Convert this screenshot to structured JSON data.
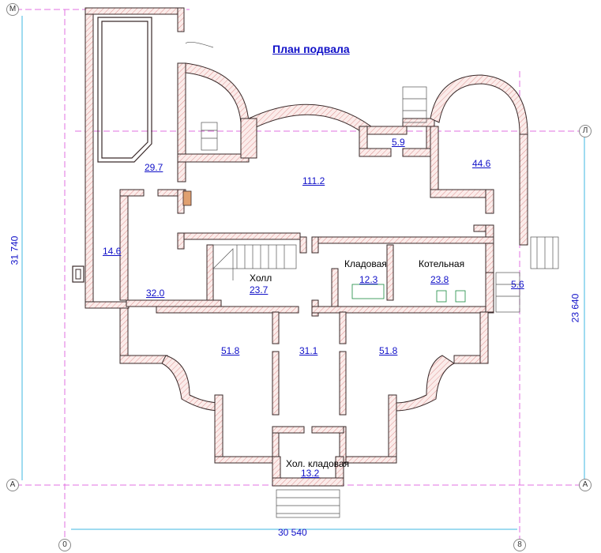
{
  "title": "План подвала",
  "dimensions": {
    "width_total": "30 540",
    "height_total": "31 740",
    "height_partial": "23 640"
  },
  "axes": {
    "M": "М",
    "L": "Л",
    "A_left": "А",
    "A_right": "А",
    "zero": "0",
    "eight": "8"
  },
  "rooms": [
    {
      "id": "r297",
      "area": "29.7"
    },
    {
      "id": "r146",
      "area": "14.6"
    },
    {
      "id": "r320",
      "area": "32.0"
    },
    {
      "id": "r1112",
      "area": "111.2"
    },
    {
      "id": "r59",
      "area": "5.9"
    },
    {
      "id": "r446",
      "area": "44.6"
    },
    {
      "id": "hall",
      "name": "Холл",
      "area": "23.7"
    },
    {
      "id": "pantry",
      "name": "Кладовая",
      "area": "12.3"
    },
    {
      "id": "boiler",
      "name": "Котельная",
      "area": "23.8"
    },
    {
      "id": "r56",
      "area": "5.6"
    },
    {
      "id": "r518l",
      "area": "51.8"
    },
    {
      "id": "r311",
      "area": "31.1"
    },
    {
      "id": "r518r",
      "area": "51.8"
    },
    {
      "id": "cold",
      "name": "Хол. кладовая",
      "area": "13.2"
    }
  ]
}
